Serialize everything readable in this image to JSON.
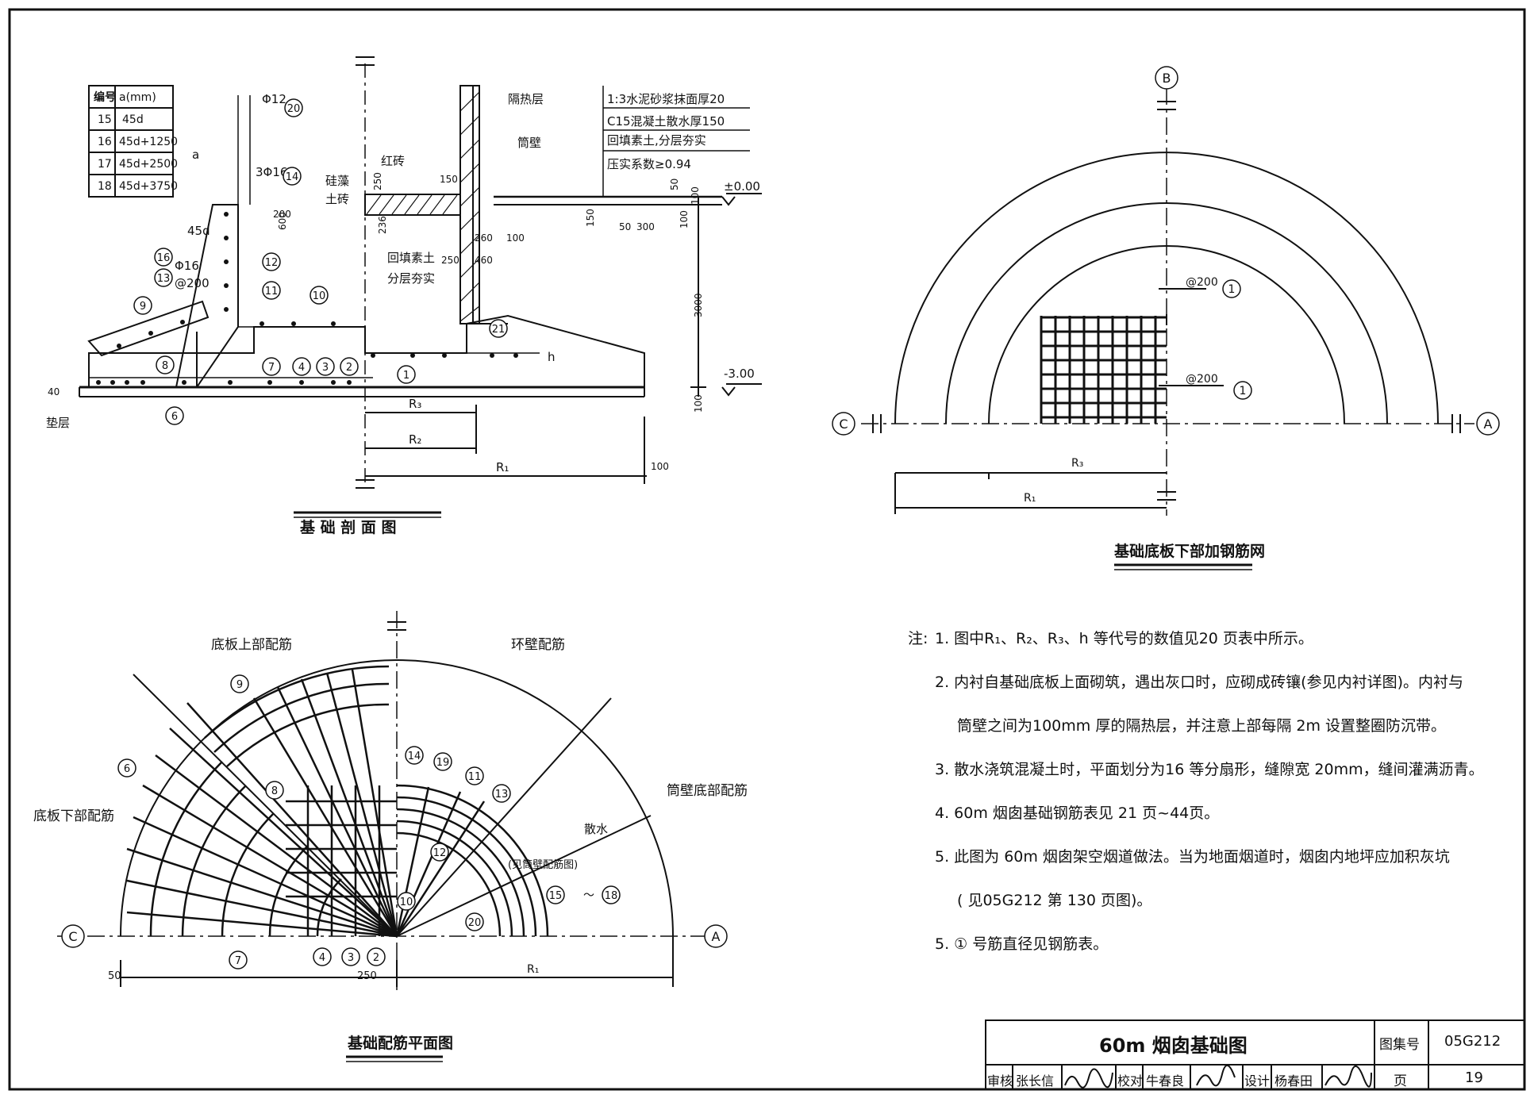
{
  "section": {
    "title": "基 础 剖 面 图",
    "table": {
      "header": [
        "编号",
        "a(mm)"
      ],
      "rows": [
        [
          "15",
          "45d"
        ],
        [
          "16",
          "45d+1250"
        ],
        [
          "17",
          "45d+2500"
        ],
        [
          "18",
          "45d+3750"
        ]
      ]
    },
    "layers": [
      "1:3水泥砂浆抹面厚20",
      "C15混凝土散水厚150",
      "回填素土,分层夯实",
      "压实系数≥0.94"
    ],
    "labels": {
      "insulation": "隔热层",
      "wall": "筒壁",
      "red_brick": "红砖",
      "diatom_l1": "硅藻",
      "diatom_l2": "土砖",
      "backfill_l1": "回填素土",
      "backfill_l2": "分层夯实",
      "cushion": "垫层",
      "bar_top": "Φ12",
      "bar_3": "3Φ16",
      "bar_phi16": "Φ16",
      "bar_at": "@200",
      "a": "a",
      "d45": "45d",
      "elev_0": "±0.00",
      "elev_3": "-3.00",
      "R1": "R₁",
      "R2": "R₂",
      "R3": "R₃",
      "h": "h"
    },
    "dims": [
      "250",
      "236",
      "150",
      "50",
      "100",
      "200",
      "600",
      "260",
      "100",
      "250",
      "460",
      "50",
      "300",
      "150",
      "3000",
      "100",
      "100",
      "100",
      "40"
    ],
    "bubbles": [
      "20",
      "14",
      "12",
      "11",
      "16",
      "13",
      "10",
      "9",
      "8",
      "7",
      "4",
      "3",
      "2",
      "1",
      "6",
      "21"
    ]
  },
  "mesh": {
    "title": "基础底板下部加钢筋网",
    "axes": {
      "top": "B",
      "left": "C",
      "right": "A"
    },
    "spacing": "@200",
    "bubble": "1",
    "R1": "R₁",
    "R3": "R₃"
  },
  "plan": {
    "title": "基础配筋平面图",
    "quads": {
      "top_left": "底板上部配筋",
      "top_right": "环壁配筋",
      "left": "底板下部配筋",
      "right": "筒壁底部配筋"
    },
    "sanshui": "散水",
    "see": "(见筒壁配筋图)",
    "range": "～",
    "axes": {
      "left": "C",
      "right": "A"
    },
    "dims": {
      "d50": "50",
      "d250": "250",
      "R1": "R₁"
    },
    "bubbles": [
      "9",
      "6",
      "8",
      "14",
      "19",
      "11",
      "13",
      "10",
      "12",
      "15",
      "18",
      "20",
      "7",
      "4",
      "3",
      "2"
    ]
  },
  "notes": {
    "label": "注:",
    "items": [
      "1. 图中R₁、R₂、R₃、h 等代号的数值见20 页表中所示。",
      "2. 内衬自基础底板上面砌筑，遇出灰口时，应砌成砖镶(参见内衬详图)。内衬与",
      "筒壁之间为100mm 厚的隔热层，并注意上部每隔 2m 设置整圈防沉带。",
      "3. 散水浇筑混凝土时，平面划分为16 等分扇形，缝隙宽 20mm，缝间灌满沥青。",
      "4. 60m 烟囱基础钢筋表见 21 页~44页。",
      "5. 此图为 60m 烟囱架空烟道做法。当为地面烟道时，烟囱内地坪应加积灰坑",
      "( 见05G212 第 130 页图)。",
      "5. ① 号筋直径见钢筋表。"
    ]
  },
  "titleblock": {
    "title": "60m 烟囱基础图",
    "set_label": "图集号",
    "set_no": "05G212",
    "page_label": "页",
    "page_no": "19",
    "review_label": "审核",
    "review_name": "张长信",
    "check_label": "校对",
    "check_name": "牛春良",
    "design_label": "设计",
    "design_name": "杨春田"
  }
}
